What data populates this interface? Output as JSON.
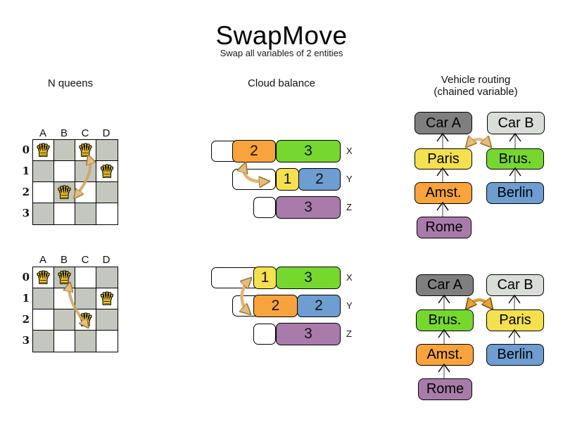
{
  "title": "SwapMove",
  "subtitle": "Swap all variables of 2 entities",
  "sections": {
    "nqueens": {
      "title": "N queens",
      "column_labels": [
        "A",
        "B",
        "C",
        "D"
      ],
      "row_labels": [
        "0",
        "1",
        "2",
        "3"
      ],
      "queen_glyph": "♛",
      "before": {
        "queen_positions": [
          "A0",
          "C0",
          "D1",
          "B2"
        ],
        "swap": [
          "C0",
          "B2"
        ]
      },
      "after": {
        "queen_positions": [
          "A0",
          "B0",
          "D1",
          "C2"
        ],
        "swap": [
          "B0",
          "C2"
        ]
      }
    },
    "cloud": {
      "title": "Cloud balance",
      "computers": [
        "X",
        "Y",
        "Z"
      ],
      "before": {
        "rows": [
          {
            "label": "X",
            "processes": [
              {
                "value": "2",
                "color": "orange"
              },
              {
                "value": "3",
                "color": "green"
              }
            ]
          },
          {
            "label": "Y",
            "processes": [
              {
                "value": "1",
                "color": "yellow"
              },
              {
                "value": "2",
                "color": "blue"
              }
            ]
          },
          {
            "label": "Z",
            "processes": [
              {
                "value": "3",
                "color": "purple"
              }
            ]
          }
        ],
        "swap": [
          "X: process 2 (orange)",
          "Y: process 1 (yellow)"
        ]
      },
      "after": {
        "rows": [
          {
            "label": "X",
            "processes": [
              {
                "value": "1",
                "color": "yellow"
              },
              {
                "value": "3",
                "color": "green"
              }
            ]
          },
          {
            "label": "Y",
            "processes": [
              {
                "value": "2",
                "color": "orange"
              },
              {
                "value": "2",
                "color": "blue"
              }
            ]
          },
          {
            "label": "Z",
            "processes": [
              {
                "value": "3",
                "color": "purple"
              }
            ]
          }
        ],
        "swap": [
          "X: process 1 (yellow)",
          "Y: process 2 (orange)"
        ]
      }
    },
    "vehicle": {
      "title_line1": "Vehicle routing",
      "title_line2": "(chained variable)",
      "before": {
        "chains": [
          {
            "anchor": "Car A",
            "stops_top_down": [
              "Paris",
              "Amst.",
              "Rome"
            ]
          },
          {
            "anchor": "Car B",
            "stops_top_down": [
              "Brus.",
              "Berlin"
            ]
          }
        ],
        "swap": [
          "Paris",
          "Brus."
        ]
      },
      "after": {
        "chains": [
          {
            "anchor": "Car A",
            "stops_top_down": [
              "Brus.",
              "Amst.",
              "Rome"
            ]
          },
          {
            "anchor": "Car B",
            "stops_top_down": [
              "Paris",
              "Berlin"
            ]
          }
        ],
        "swap": [
          "Brus.",
          "Paris"
        ]
      }
    }
  },
  "colors": {
    "yellow": "#F5E14F",
    "orange": "#F8A33B",
    "green": "#76D82F",
    "blue": "#6D9DD1",
    "purple": "#A97BAB",
    "car_a_gray": "#7F7F7F",
    "car_b_gray": "#D9DDD8",
    "board_dark_cell": "#C3C7BD",
    "queen_gold": "#F5CB26",
    "swap_arrow_tan": "#E2B570",
    "swap_arrow_orange": "#E39A33"
  }
}
